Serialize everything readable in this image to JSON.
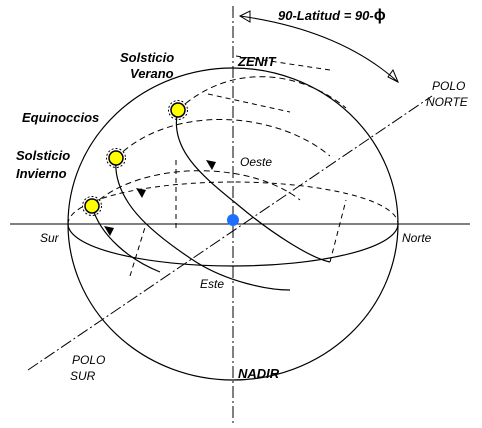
{
  "labels": {
    "latitude_formula": "90-Latitud = 90-",
    "phi_symbol": "ϕ",
    "zenith": "ZENIT",
    "nadir": "NADIR",
    "north_pole_line1": "POLO",
    "north_pole_line2": "NORTE",
    "south_pole_line1": "POLO",
    "south_pole_line2": "SUR",
    "summer_solstice_line1": "Solsticio",
    "summer_solstice_line2": "Verano",
    "equinoxes": "Equinoccios",
    "winter_solstice_line1": "Solsticio",
    "winter_solstice_line2": "Invierno",
    "west": "Oeste",
    "east": "Este",
    "south": "Sur",
    "north": "Norte"
  },
  "colors": {
    "lines": "#000000",
    "sun_fill": "#ffff00",
    "sun_stroke": "#000000",
    "observer": "#1e6fff",
    "background": "#ffffff"
  },
  "icons": {
    "sun": "sun-icon",
    "observer": "observer-dot-icon"
  }
}
